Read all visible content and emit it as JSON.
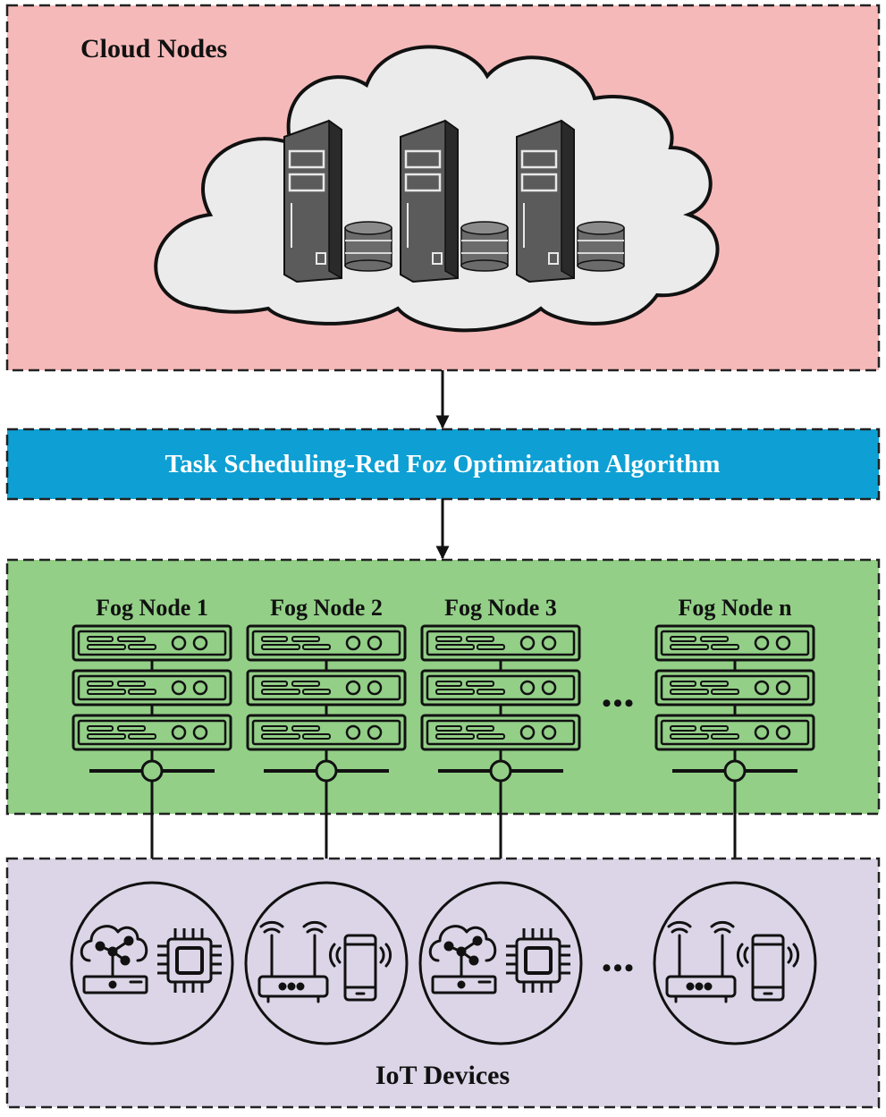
{
  "cloud": {
    "title": "Cloud Nodes",
    "bg_color": "#f6b9b9",
    "cloud_fill": "#ebebeb",
    "servers": [
      {
        "icon": "server-tower-icon",
        "storage_icon": "database-icon"
      },
      {
        "icon": "server-tower-icon",
        "storage_icon": "database-icon"
      },
      {
        "icon": "server-tower-icon",
        "storage_icon": "database-icon"
      }
    ]
  },
  "algorithm": {
    "label": "Task Scheduling-Red Foz Optimization Algorithm",
    "bg_color": "#0ea0d4",
    "text_color": "#ffffff"
  },
  "fog": {
    "bg_color": "#93cf87",
    "nodes": [
      {
        "label": "Fog Node 1",
        "icon": "server-rack-icon"
      },
      {
        "label": "Fog Node 2",
        "icon": "server-rack-icon"
      },
      {
        "label": "Fog Node 3",
        "icon": "server-rack-icon"
      },
      {
        "label": "Fog Node n",
        "icon": "server-rack-icon"
      }
    ],
    "ellipsis": "•••"
  },
  "iot": {
    "title": "IoT Devices",
    "bg_color": "#dcd5e7",
    "ellipsis": "•••",
    "devices": [
      {
        "icons": [
          "cloud-network-icon",
          "chip-icon"
        ]
      },
      {
        "icons": [
          "wifi-router-icon",
          "smartphone-icon"
        ]
      },
      {
        "icons": [
          "cloud-network-icon",
          "chip-icon"
        ]
      },
      {
        "icons": [
          "wifi-router-icon",
          "smartphone-icon"
        ]
      }
    ]
  }
}
